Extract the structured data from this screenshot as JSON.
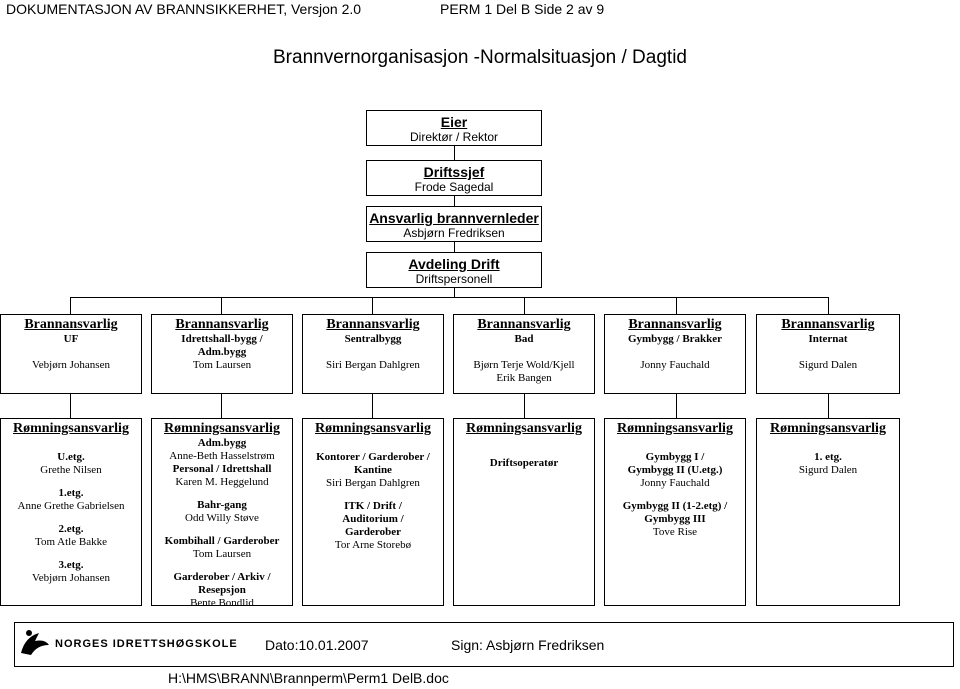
{
  "header": {
    "left": "DOKUMENTASJON AV BRANNSIKKERHET, Versjon 2.0",
    "right": "PERM 1 Del B Side 2 av 9"
  },
  "title": "Brannvernorganisasjon -Normalsituasjon / Dagtid",
  "chain": [
    {
      "title": "Eier",
      "sub": "Direktør / Rektor"
    },
    {
      "title": "Driftssjef",
      "sub": "Frode Sagedal"
    },
    {
      "title": "Ansvarlig brannvernleder",
      "sub": "Asbjørn Fredriksen"
    },
    {
      "title": "Avdeling Drift",
      "sub": "Driftspersonell"
    }
  ],
  "brann": [
    {
      "title": "Brannansvarlig",
      "area": "UF",
      "area2": "",
      "name": "Vebjørn Johansen",
      "name2": ""
    },
    {
      "title": "Brannansvarlig",
      "area": "Idrettshall-bygg /",
      "area2": "Adm.bygg",
      "name": "Tom Laursen",
      "name2": ""
    },
    {
      "title": "Brannansvarlig",
      "area": "Sentralbygg",
      "area2": "",
      "name": "Siri Bergan Dahlgren",
      "name2": ""
    },
    {
      "title": "Brannansvarlig",
      "area": "Bad",
      "area2": "",
      "name": "Bjørn Terje Wold/Kjell",
      "name2": "Erik Bangen"
    },
    {
      "title": "Brannansvarlig",
      "area": "Gymbygg / Brakker",
      "area2": "",
      "name": "Jonny Fauchald",
      "name2": ""
    },
    {
      "title": "Brannansvarlig",
      "area": "Internat",
      "area2": "",
      "name": "Sigurd Dalen",
      "name2": ""
    }
  ],
  "romning_title": "Rømningsansvarlig",
  "romning": [
    {
      "blocks": [
        {
          "area": "U.etg.",
          "name": "Grethe Nilsen"
        },
        {
          "area": "1.etg.",
          "name": "Anne Grethe Gabrielsen"
        },
        {
          "area": "2.etg.",
          "name": "Tom Atle Bakke"
        },
        {
          "area": "3.etg.",
          "name": "Vebjørn Johansen"
        }
      ]
    },
    {
      "blocks": [
        {
          "area": "Adm.bygg",
          "name": "Anne-Beth Hasselstrøm"
        },
        {
          "area": "Personal / Idrettshall",
          "name": "Karen M. Heggelund"
        },
        {
          "area": "Bahr-gang",
          "name": "Odd Willy Støve"
        },
        {
          "area": "Kombihall / Garderober",
          "name": "Tom Laursen"
        },
        {
          "area": "Garderober / Arkiv /",
          "area2": "Resepsjon",
          "name": "Bente Bondlid"
        }
      ]
    },
    {
      "blocks": [
        {
          "area": "Kontorer / Garderober /",
          "area2": "Kantine",
          "name": "Siri Bergan Dahlgren"
        },
        {
          "area": "ITK / Drift /",
          "area2": "Auditorium /",
          "area3": "Garderober",
          "name": "Tor Arne Storebø"
        }
      ]
    },
    {
      "blocks": [
        {
          "area": "Driftsoperatør",
          "name": ""
        }
      ]
    },
    {
      "blocks": [
        {
          "area": "Gymbygg I /",
          "area2": "Gymbygg II (U.etg.)",
          "name": "Jonny Fauchald"
        },
        {
          "area": "Gymbygg II (1-2.etg) /",
          "area2": "Gymbygg III",
          "name": "Tove Rise"
        }
      ]
    },
    {
      "blocks": [
        {
          "area": "1. etg.",
          "name": "Sigurd Dalen"
        }
      ]
    }
  ],
  "footer": {
    "logo_text": "NORGES IDRETTSHØGSKOLE",
    "date": "Dato:10.01.2007",
    "sign": "Sign: Asbjørn Fredriksen",
    "path": "H:\\HMS\\BRANN\\Brannperm\\Perm1 DelB.doc"
  }
}
